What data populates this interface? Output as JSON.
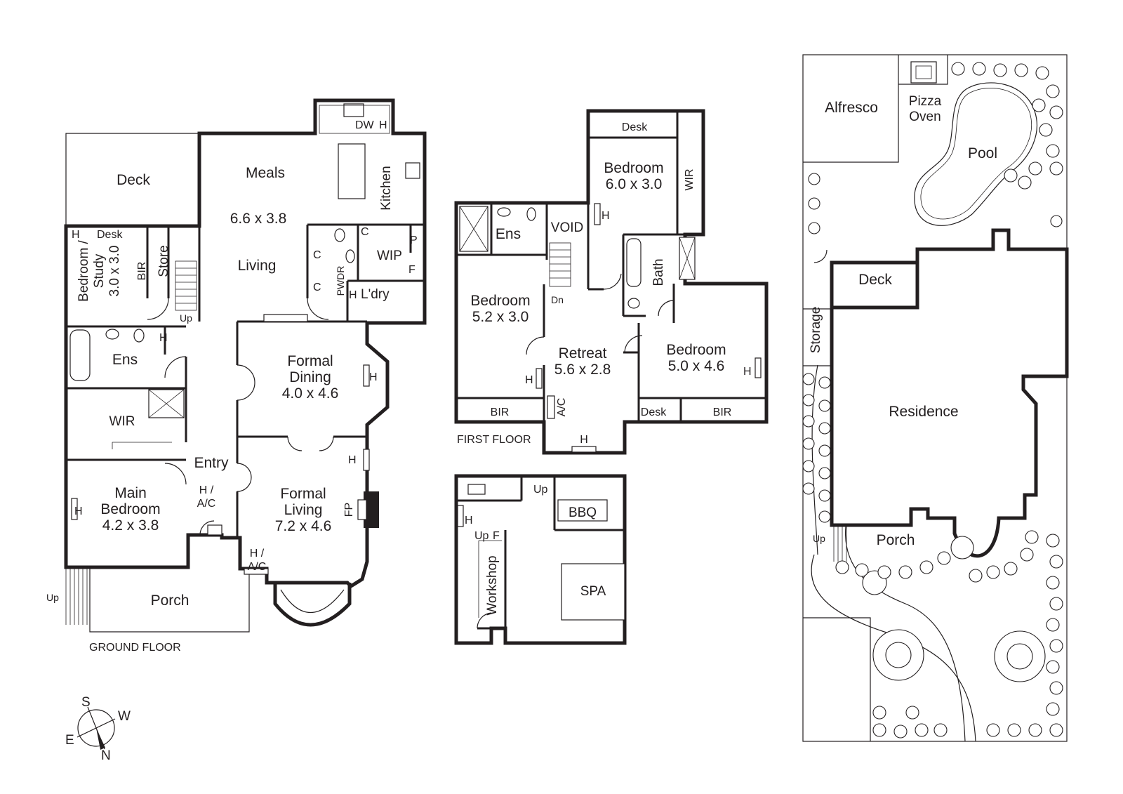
{
  "ground_floor": {
    "caption": "GROUND FLOOR",
    "deck": "Deck",
    "meals": "Meals",
    "meals_dims": "6.6 x 3.8",
    "living": "Living",
    "kitchen": "Kitchen",
    "dw": "DW",
    "wip": "WIP",
    "pwdr": "PWDR",
    "laundry": "L'dry",
    "pantry": "P",
    "fridge": "F",
    "cupboard": "C",
    "heater": "H",
    "desk": "Desk",
    "bedroom_study": [
      "Bedroom /",
      "Study",
      "3.0 x 3.0"
    ],
    "bir": "BIR",
    "store": "Store",
    "up": "Up",
    "ens": "Ens",
    "wir": "WIR",
    "entry": "Entry",
    "ha_c": [
      "H /",
      "A/C"
    ],
    "formal_dining": [
      "Formal",
      "Dining",
      "4.0 x 4.6"
    ],
    "formal_living": [
      "Formal",
      "Living",
      "7.2 x 4.6"
    ],
    "fp": "FP",
    "main_bedroom": [
      "Main",
      "Bedroom",
      "4.2 x 3.8"
    ],
    "porch": "Porch"
  },
  "first_floor": {
    "caption": "FIRST FLOOR",
    "desk": "Desk",
    "bedroom_1": [
      "Bedroom",
      "6.0 x 3.0"
    ],
    "wir": "WIR",
    "ens": "Ens",
    "void": "VOID",
    "heater": "H",
    "bath": "Bath",
    "bedroom_2": [
      "Bedroom",
      "5.2 x 3.0"
    ],
    "dn": "Dn",
    "retreat": [
      "Retreat",
      "5.6 x 2.8"
    ],
    "bedroom_3": [
      "Bedroom",
      "5.0 x 4.6"
    ],
    "bir": "BIR",
    "ac": "A/C"
  },
  "lower_level": {
    "up": "Up",
    "bbq": "BBQ",
    "heater": "H",
    "fridge": "F",
    "workshop": "Workshop",
    "spa": "SPA"
  },
  "site_plan": {
    "alfresco": "Alfresco",
    "pizza_oven": [
      "Pizza",
      "Oven"
    ],
    "pool": "Pool",
    "deck": "Deck",
    "storage": "Storage",
    "residence": "Residence",
    "porch": "Porch",
    "up": "Up"
  },
  "compass": {
    "s": "S",
    "w": "W",
    "e": "E",
    "n": "N"
  }
}
